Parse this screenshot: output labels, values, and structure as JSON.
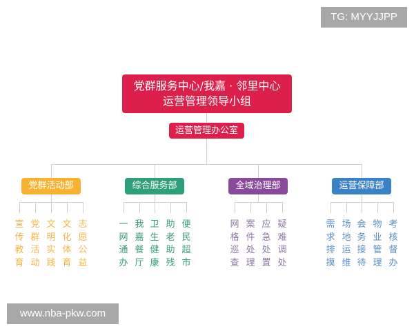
{
  "watermark_top": "TG: MYYJJPP",
  "watermark_bottom": "www.nba-pkw.com",
  "org_chart": {
    "root": {
      "line1": "党群服务中心/我嘉 · 邻里中心",
      "line2": "运营管理领导小组",
      "color": "#dd1f4c"
    },
    "office": {
      "label": "运营管理办公室",
      "color": "#dd1f4c"
    },
    "departments": [
      {
        "label": "党群活动部",
        "color": "#f8b231",
        "text_color": "#f0b84a",
        "units": [
          "宣传教育",
          "党群活动",
          "文明实践",
          "文化体育",
          "志愿公益"
        ]
      },
      {
        "label": "综合服务部",
        "color": "#2f9e7a",
        "text_color": "#3a9e7e",
        "units": [
          "一网通办",
          "我嘉餐厅",
          "卫生健康",
          "助老助残",
          "便民超市"
        ]
      },
      {
        "label": "全域治理部",
        "color": "#8a4a9b",
        "text_color": "#8e7aa3",
        "units": [
          "网格巡查",
          "案件处理",
          "应急处置",
          "疑难调处"
        ]
      },
      {
        "label": "运营保障部",
        "color": "#3b82c4",
        "text_color": "#5a8ec0",
        "units": [
          "需求排摸",
          "场地运维",
          "会务接待",
          "物业管理",
          "考核督办"
        ]
      }
    ]
  }
}
